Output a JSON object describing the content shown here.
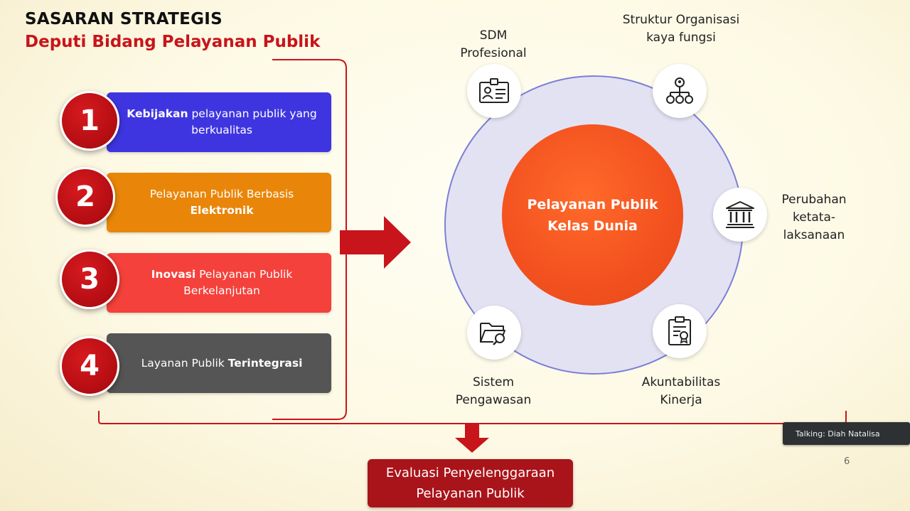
{
  "header": {
    "title": "SASARAN STRATEGIS",
    "subtitle": "Deputi Bidang Pelayanan Publik"
  },
  "colors": {
    "accent_red": "#c8141b",
    "item1": "#3f35e0",
    "item2": "#e98609",
    "item3": "#f5413b",
    "item4": "#555555",
    "core": "#f45320",
    "ring": "#e3e2f3",
    "eval": "#a9141a"
  },
  "items": [
    {
      "number": "1",
      "bold": "Kebijakan",
      "text_after": " pelayanan publik yang berkualitas"
    },
    {
      "number": "2",
      "text_before": "Pelayanan Publik Berbasis ",
      "bold": "Elektronik"
    },
    {
      "number": "3",
      "bold": "Inovasi",
      "text_after": " Pelayanan Publik Berkelanjutan"
    },
    {
      "number": "4",
      "text_before": "Layanan Publik ",
      "bold": "Terintegrasi"
    }
  ],
  "core": {
    "line1": "Pelayanan Publik",
    "line2": "Kelas Dunia"
  },
  "nodes": [
    {
      "icon": "id-card-icon",
      "line1": "SDM",
      "line2": "Profesional"
    },
    {
      "icon": "org-structure-icon",
      "line1": "Struktur Organisasi",
      "line2": "kaya fungsi"
    },
    {
      "icon": "government-building-icon",
      "line1": "Perubahan",
      "line2": "ketata-",
      "line3": "laksanaan"
    },
    {
      "icon": "certificate-clipboard-icon",
      "line1": "Akuntabilitas",
      "line2": "Kinerja"
    },
    {
      "icon": "folder-search-icon",
      "line1": "Sistem",
      "line2": "Pengawasan"
    }
  ],
  "evaluation": {
    "line1": "Evaluasi Penyelenggaraan",
    "line2": "Pelayanan Publik"
  },
  "overlay": {
    "talking": "Talking: Diah Natalisa"
  },
  "page_number": "6"
}
